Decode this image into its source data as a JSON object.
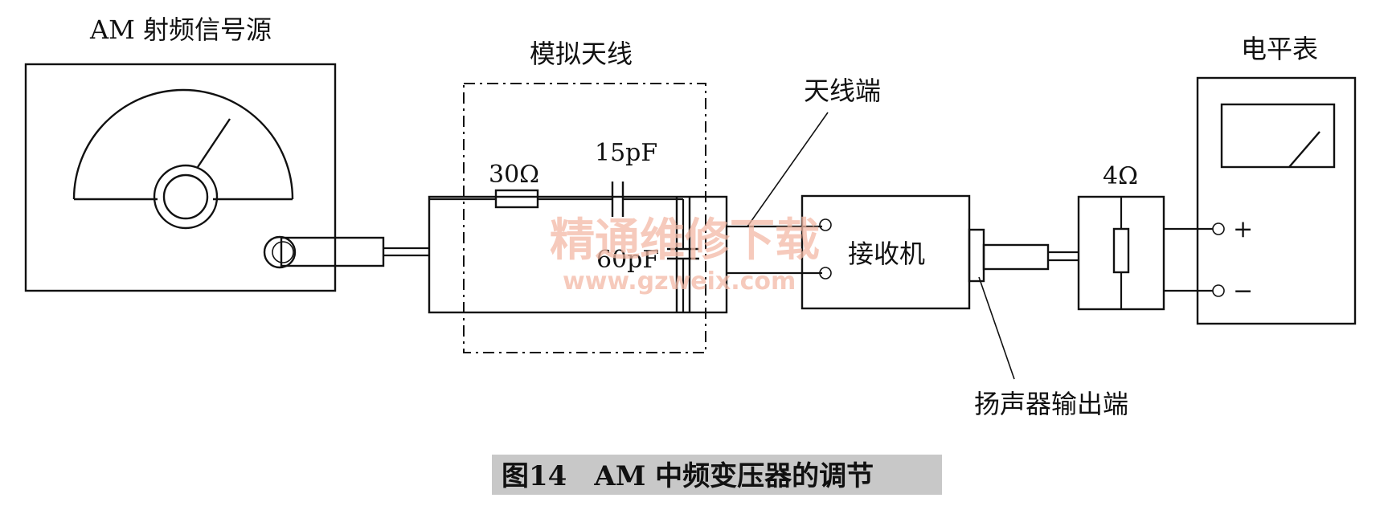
{
  "labels": {
    "source": "AM 射频信号源",
    "antenna": "模拟天线",
    "antenna_terminal": "天线端",
    "level_meter": "电平表",
    "resistor": "30Ω",
    "cap_series": "15pF",
    "cap_shunt": "60pF",
    "receiver": "接收机",
    "load": "4Ω",
    "plus": "+",
    "minus": "−",
    "speaker_output": "扬声器输出端",
    "caption": "图14　AM 中频变压器的调节"
  },
  "watermark": {
    "main": "精通维修下载",
    "url": "www.gzweix.com"
  },
  "colors": {
    "ink": "#111111",
    "watermark": "#f3b9a6",
    "caption_bg": "#c8c8c8"
  }
}
